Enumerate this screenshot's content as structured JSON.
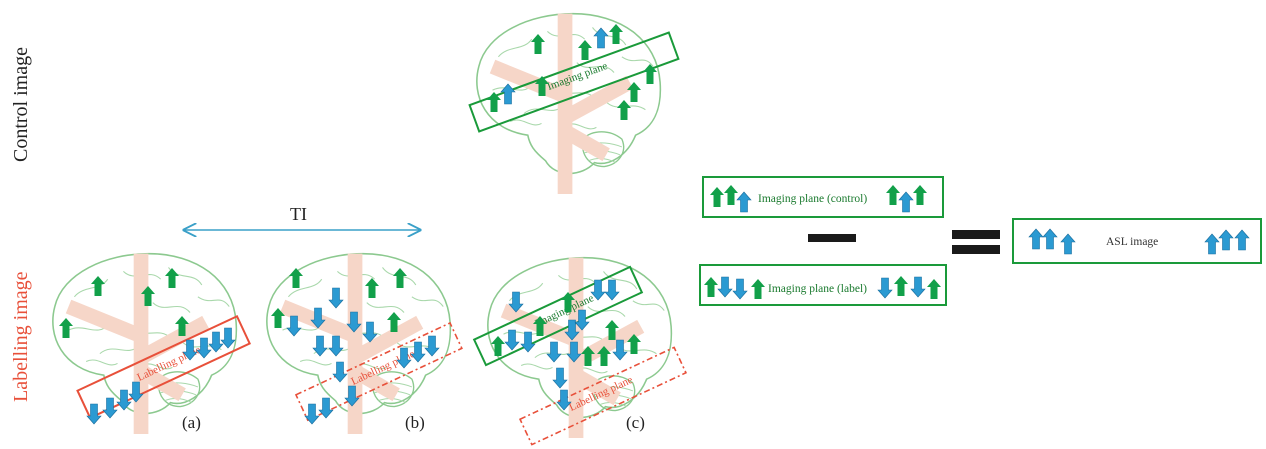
{
  "side_labels": {
    "control": "Control image",
    "labelling": "Labelling image"
  },
  "ti_label": "TI",
  "panels": {
    "control": {
      "imaging_text": "Imaging plane"
    },
    "a": {
      "caption": "(a)",
      "labelling_text": "Labelling plane"
    },
    "b": {
      "caption": "(b)",
      "labelling_text": "Labelling plane"
    },
    "c": {
      "caption": "(c)",
      "imaging_text": "Imaging plane",
      "labelling_text": "Labelling plane"
    }
  },
  "equation": {
    "control_box": "Imaging plane (control)",
    "label_box": "Imaging plane (label)",
    "result_box": "ASL image"
  },
  "colors": {
    "brain_outline": "#8cc98f",
    "vessel": "#f6d6c8",
    "green_arrow": "#12a04a",
    "blue_arrow": "#2b9ad2",
    "imaging_box": "#1a9a3a",
    "labelling_box": "#e8503a",
    "ti_arrow": "#3aa0c8"
  }
}
